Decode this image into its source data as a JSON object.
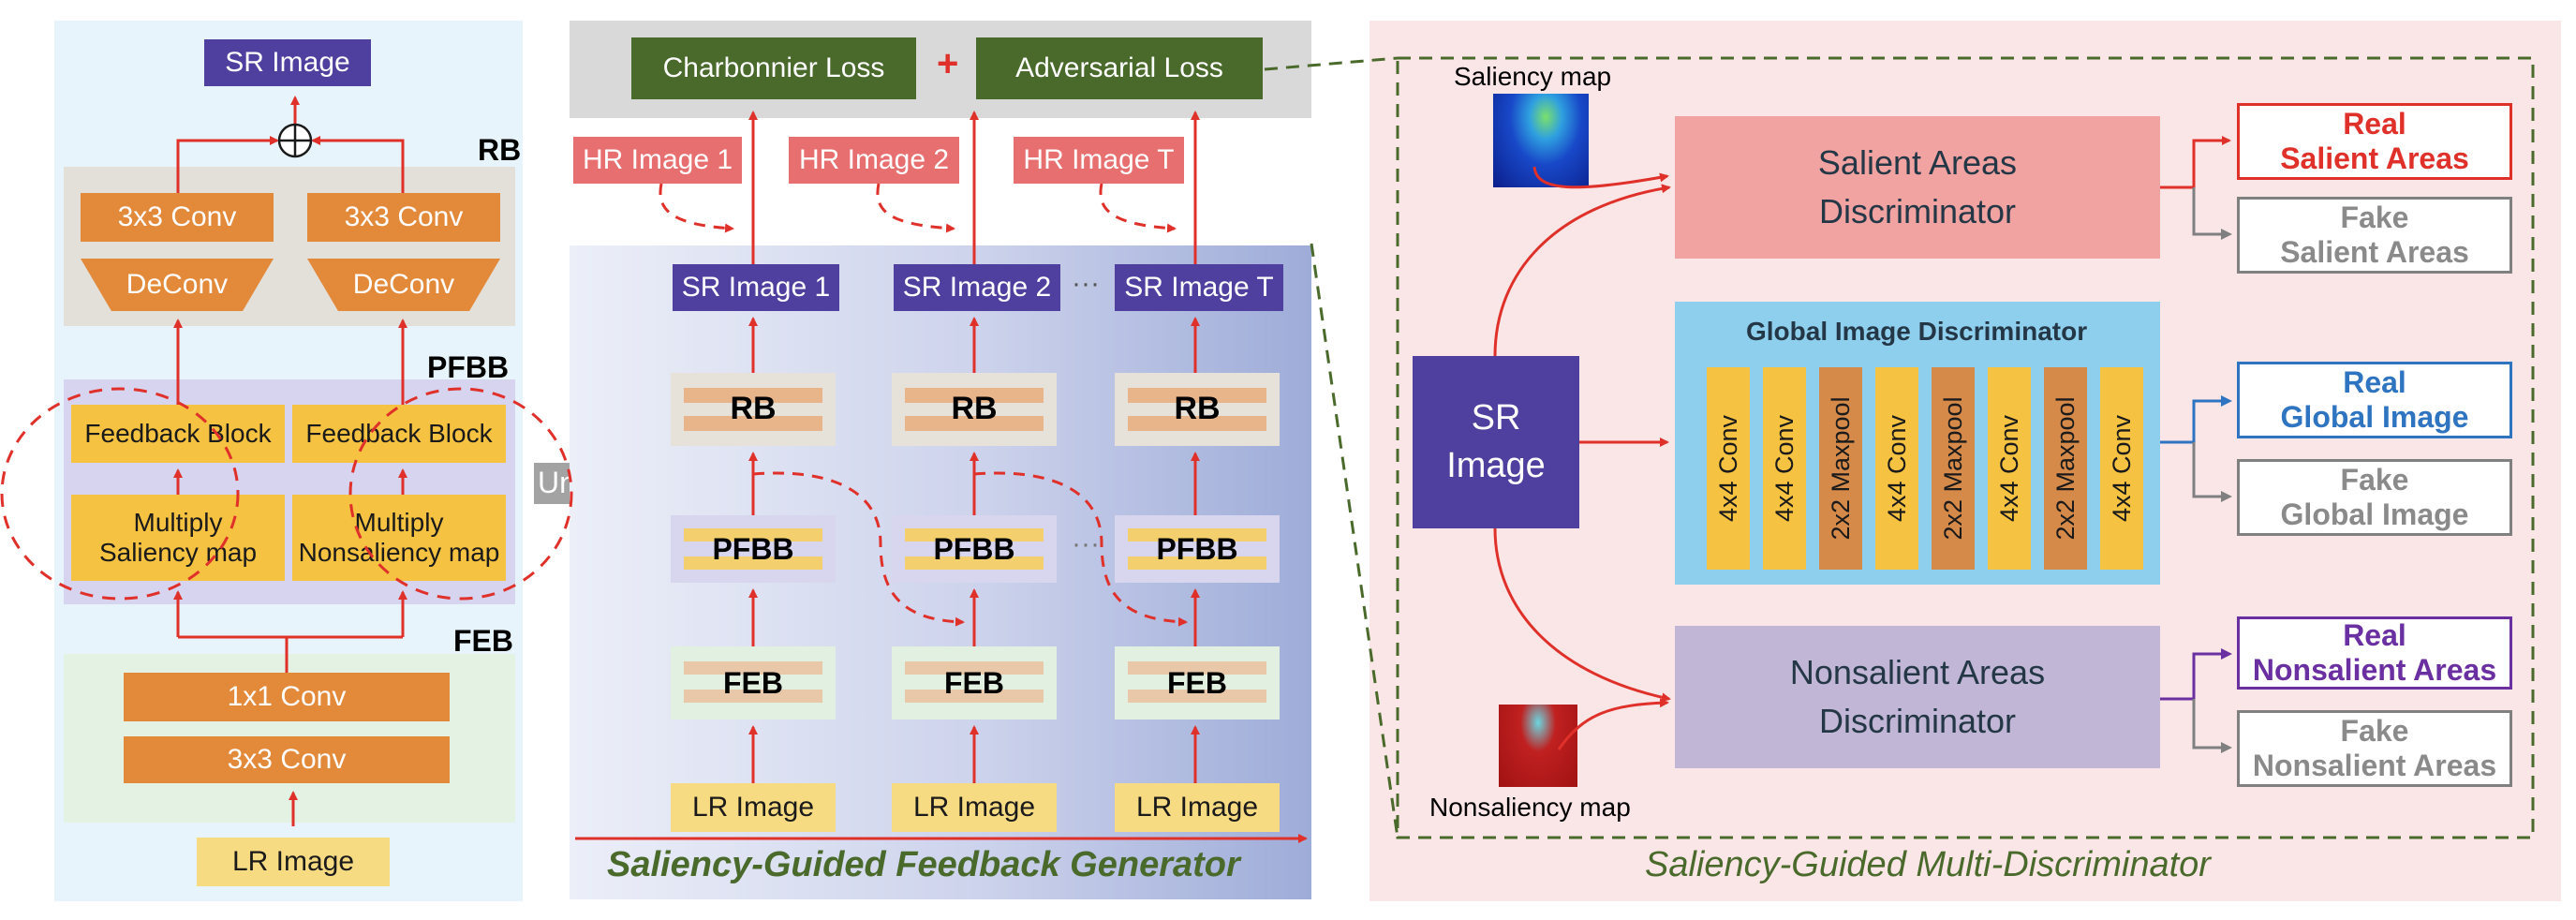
{
  "left": {
    "sr_image": "SR Image",
    "rb_label": "RB",
    "pfbb_label": "PFBB",
    "feb_label": "FEB",
    "conv3x3": "3x3 Conv",
    "deconv": "DeConv",
    "feedback_block": "Feedback Block",
    "multiply_saliency": "Multiply\nSaliency map",
    "multiply_nonsaliency": "Multiply\nNonsaliency map",
    "conv1x1": "1x1 Conv",
    "lr_image": "LR Image"
  },
  "unfold": "Unfold",
  "middle": {
    "charbonnier": "Charbonnier Loss",
    "plus": "+",
    "adversarial": "Adversarial Loss",
    "hr_images": [
      "HR Image 1",
      "HR Image 2",
      "HR Image T"
    ],
    "sr_images": [
      "SR Image 1",
      "SR Image 2",
      "SR Image T"
    ],
    "ellipsis": "···",
    "rb": "RB",
    "pfbb": "PFBB",
    "feb": "FEB",
    "lr_image": "LR Image",
    "caption": "Saliency-Guided Feedback Generator"
  },
  "right": {
    "saliency_map": "Saliency map",
    "nonsaliency_map": "Nonsaliency map",
    "sr_image": "SR\nImage",
    "salient_disc": "Salient Areas\nDiscriminator",
    "global_disc_title": "Global Image Discriminator",
    "global_layers": [
      "4x4 Conv",
      "4x4 Conv",
      "2x2 Maxpool",
      "4x4 Conv",
      "2x2 Maxpool",
      "4x4 Conv",
      "2x2 Maxpool",
      "4x4 Conv"
    ],
    "nonsalient_disc": "Nonsalient Areas\nDiscriminator",
    "real_salient": "Real\nSalient Areas",
    "fake_salient": "Fake\nSalient Areas",
    "real_global": "Real\nGlobal Image",
    "fake_global": "Fake\nGlobal Image",
    "real_nonsalient": "Real\nNonsalient Areas",
    "fake_nonsalient": "Fake\nNonsalient Areas",
    "caption": "Saliency-Guided Multi-Discriminator"
  },
  "colors": {
    "purple": "#4f3f9e",
    "orange": "#e2893a",
    "yellow": "#f5c242",
    "red": "#e0302a",
    "blue": "#2f74c0",
    "violet": "#6a2fa0",
    "gray": "#808080",
    "dark_green": "#4a6a2c"
  }
}
